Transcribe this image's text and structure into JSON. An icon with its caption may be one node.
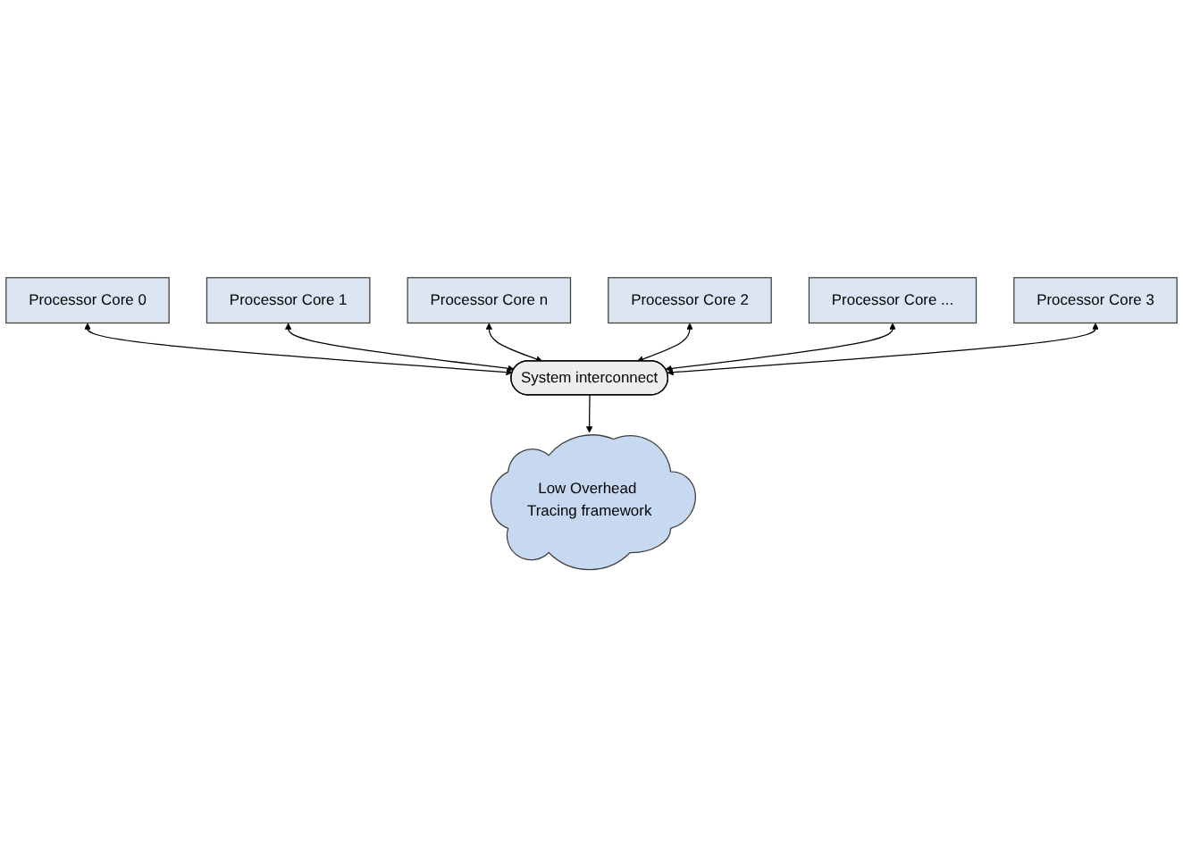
{
  "diagram": {
    "nodes": [
      {
        "text": [
          "Processor Core 0"
        ]
      },
      {
        "text": [
          "Processor Core 1"
        ]
      },
      {
        "text": [
          "Processor Core n"
        ]
      },
      {
        "text": [
          "Processor Core 2"
        ]
      },
      {
        "text": [
          "System interconnect"
        ]
      },
      {
        "text": [
          "Processor Core ..."
        ]
      },
      {
        "text": [
          "Processor Core 3"
        ]
      },
      {
        "text": [
          "Low Overhead Tracing framework"
        ]
      }
    ],
    "edges": [
      {
        "from": 0,
        "to": 4,
        "arrow": "both"
      },
      {
        "from": 1,
        "to": 4,
        "arrow": "both"
      },
      {
        "from": 2,
        "to": 4,
        "arrow": "both"
      },
      {
        "from": 3,
        "to": 4,
        "arrow": "both"
      },
      {
        "from": 5,
        "to": 4,
        "arrow": "both"
      },
      {
        "from": 6,
        "to": 4,
        "arrow": "both"
      },
      {
        "from": 4,
        "to": 7,
        "arrow": "to"
      }
    ]
  }
}
